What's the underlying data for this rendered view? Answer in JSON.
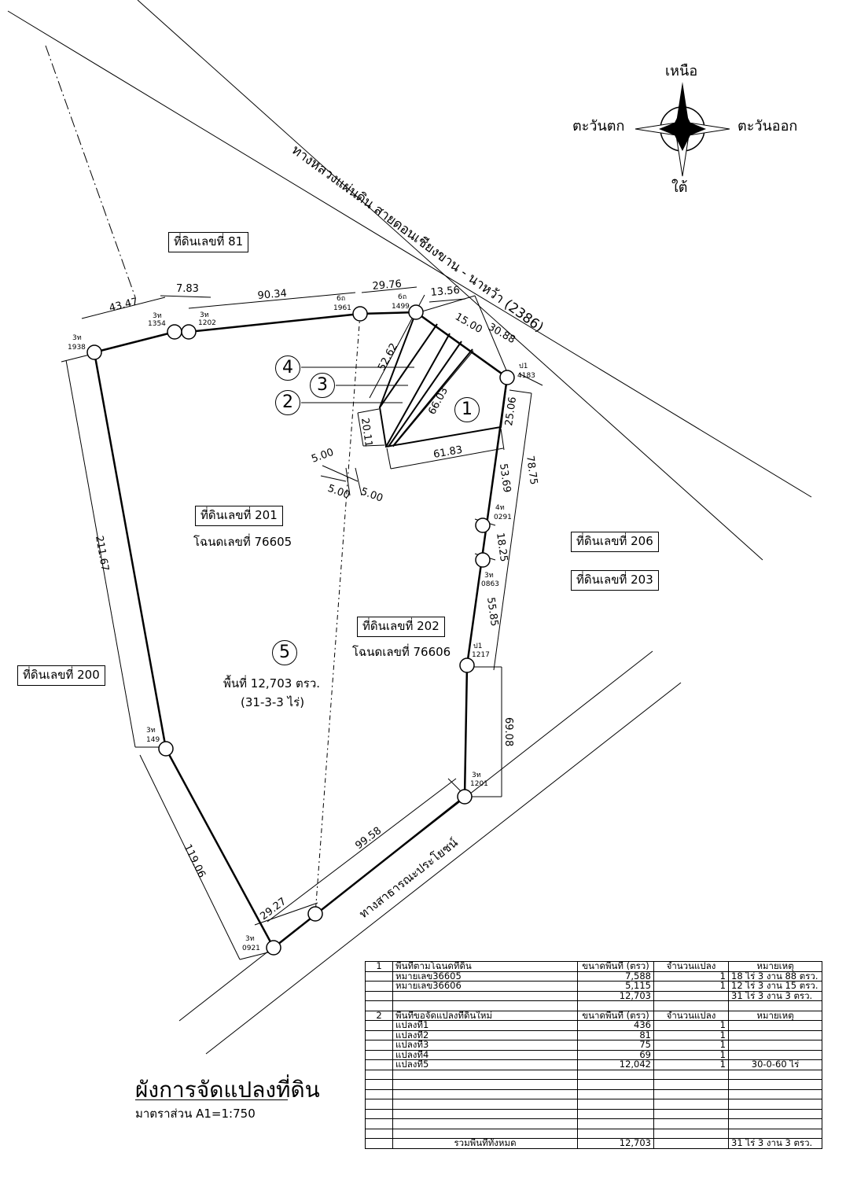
{
  "title": "ผังการจัดแปลงที่ดิน",
  "scale": "มาตราส่วน   A1=1:750",
  "compass": {
    "north": "เหนือ",
    "south": "ใต้",
    "east": "ตะวันออก",
    "west": "ตะวันตก"
  },
  "roads": {
    "highway": "ทางหลวงแผ่นดิน สายดอนเชียงขาน - นาหว้า (2386)",
    "public": "ทางสาธารณะประโยชน์"
  },
  "neighbors": {
    "n81": "ที่ดินเลขที่ 81",
    "n200": "ที่ดินเลขที่ 200",
    "n206": "ที่ดินเลขที่ 206",
    "n203": "ที่ดินเลขที่ 203"
  },
  "parcels": {
    "p201": "ที่ดินเลขที่ 201",
    "p201_deed": "โฉนดเลขที่ 76605",
    "p202": "ที่ดินเลขที่ 202",
    "p202_deed": "โฉนดเลขที่ 76606",
    "area_text": "พื้นที่ 12,703 ตรว.",
    "area_rai": "(31-3-3 ไร่)"
  },
  "plot_numbers": [
    "1",
    "2",
    "3",
    "4",
    "5"
  ],
  "markers": [
    {
      "code": "3ท",
      "num": "1938"
    },
    {
      "code": "3ท",
      "num": "1354"
    },
    {
      "code": "3ท",
      "num": "1202"
    },
    {
      "code": "6ถ",
      "num": "1961"
    },
    {
      "code": "6ถ",
      "num": "1499"
    },
    {
      "code": "ป1",
      "num": "4183"
    },
    {
      "code": "4ท",
      "num": "0291"
    },
    {
      "code": "3ท",
      "num": "0863"
    },
    {
      "code": "ป1",
      "num": "1217"
    },
    {
      "code": "3ท",
      "num": "1201"
    },
    {
      "code": "3ท",
      "num": "149"
    },
    {
      "code": "3ท",
      "num": "0921"
    }
  ],
  "dimensions": {
    "d4347": "43.47",
    "d783": "7.83",
    "d9034": "90.34",
    "d2976": "29.76",
    "d1356": "13.56",
    "d1500": "15.00",
    "d3088": "30.88",
    "d5262": "52.62",
    "d6603": "66.03",
    "d2011": "20.11",
    "d6183": "61.83",
    "d2506": "25.06",
    "d7875": "78.75",
    "d5369": "53.69",
    "d1825": "18.25",
    "d5585": "55.85",
    "d6908": "69.08",
    "d9958": "99.58",
    "d2927": "29.27",
    "d11906": "119.06",
    "d21167": "211.67",
    "d5a": "5.00",
    "d5b": "5.00",
    "d5c": "5.00"
  },
  "table": {
    "s1": {
      "no": "1",
      "title": "พื้นที่ตามโฉนดที่ดิน",
      "h_area": "ขนาดพื้นที่ (ตรว)",
      "h_count": "จำนวนแปลง",
      "h_note": "หมายเหตุ",
      "rows": [
        {
          "name": "หมายเลข36605",
          "area": "7,588",
          "count": "1",
          "note": "18 ไร่ 3 งาน 88 ตรว."
        },
        {
          "name": "หมายเลข36606",
          "area": "5,115",
          "count": "1",
          "note": "12 ไร่ 3 งาน 15 ตรว."
        }
      ],
      "total_area": "12,703",
      "total_note": "31 ไร่  3 งาน 3 ตรว."
    },
    "s2": {
      "no": "2",
      "title": "พื้นที่ขอจัดแปลงที่ดินใหม่",
      "h_area": "ขนาดพื้นที่ (ตรว)",
      "h_count": "จำนวนแปลง",
      "h_note": "หมายเหตุ",
      "rows": [
        {
          "name": "แปลงที่1",
          "area": "436",
          "count": "1",
          "note": ""
        },
        {
          "name": "แปลงที่2",
          "area": "81",
          "count": "1",
          "note": ""
        },
        {
          "name": "แปลงที่3",
          "area": "75",
          "count": "1",
          "note": ""
        },
        {
          "name": "แปลงที่4",
          "area": "69",
          "count": "1",
          "note": ""
        },
        {
          "name": "แปลงที่5",
          "area": "12,042",
          "count": "1",
          "note": "30-0-60 ไร่"
        }
      ]
    },
    "grand": {
      "label": "รวมพื้นที่ทั้งหมด",
      "area": "12,703",
      "note": "31 ไร่  3 งาน 3 ตรว."
    }
  }
}
